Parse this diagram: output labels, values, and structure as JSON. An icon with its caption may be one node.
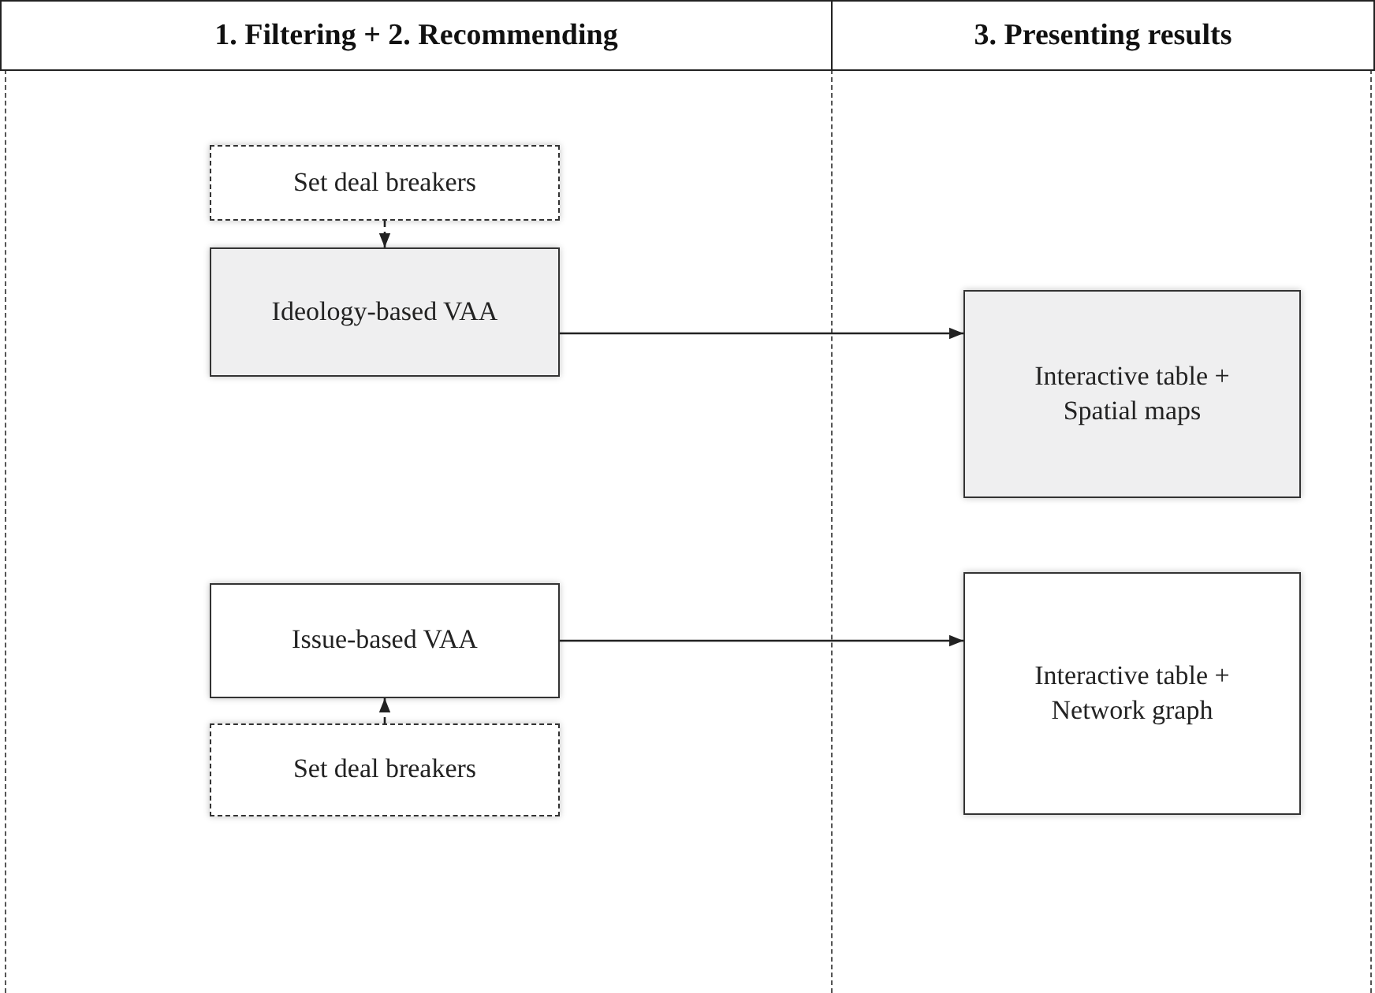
{
  "diagram": {
    "nodes": [
      {
        "text": [
          "1. Filtering + 2. Recommending"
        ]
      },
      {
        "text": [
          "3. Presenting results"
        ]
      },
      {
        "text": [
          "Set deal breakers"
        ]
      },
      {
        "text": [
          "Ideology-based VAA"
        ]
      },
      {
        "text": [
          "Interactive table + Spatial maps"
        ]
      },
      {
        "text": [
          "Issue-based VAA"
        ]
      },
      {
        "text": [
          "Interactive table + Network graph"
        ]
      },
      {
        "text": [
          "Set deal breakers"
        ]
      }
    ],
    "edges": [
      {
        "from": 2,
        "to": 3,
        "arrow": "to",
        "style": "dashed"
      },
      {
        "from": 3,
        "to": 4,
        "arrow": "to"
      },
      {
        "from": 5,
        "to": 6,
        "arrow": "to"
      },
      {
        "from": 7,
        "to": 5,
        "arrow": "to",
        "style": "dashed"
      }
    ]
  }
}
